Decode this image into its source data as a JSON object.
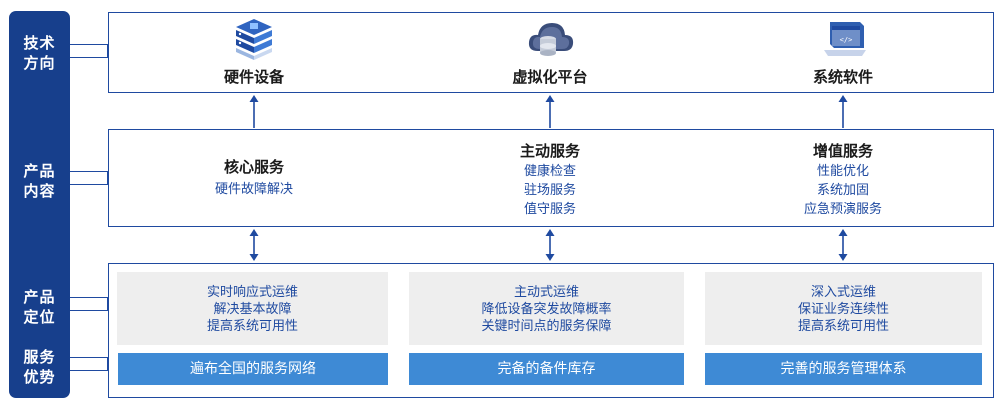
{
  "sidebar": {
    "tech_direction": [
      "技术",
      "方向"
    ],
    "product_content": [
      "产品",
      "内容"
    ],
    "product_position": [
      "产品",
      "定位"
    ],
    "service_advantage": [
      "服务",
      "优势"
    ]
  },
  "tech": [
    {
      "title": "硬件设备",
      "icon": "server-rack-icon"
    },
    {
      "title": "虚拟化平台",
      "icon": "cloud-database-icon"
    },
    {
      "title": "系统软件",
      "icon": "code-window-icon"
    }
  ],
  "content": [
    {
      "title": "核心服务",
      "items": [
        "硬件故障解决"
      ]
    },
    {
      "title": "主动服务",
      "items": [
        "健康检查",
        "驻场服务",
        "值守服务"
      ]
    },
    {
      "title": "增值服务",
      "items": [
        "性能优化",
        "系统加固",
        "应急预演服务"
      ]
    }
  ],
  "positioning": [
    {
      "lines": [
        "实时响应式运维",
        "解决基本故障",
        "提高系统可用性"
      ]
    },
    {
      "lines": [
        "主动式运维",
        "降低设备突发故障概率",
        "关键时间点的服务保障"
      ]
    },
    {
      "lines": [
        "深入式运维",
        "保证业务连续性",
        "提高系统可用性"
      ]
    }
  ],
  "advantages": [
    "遍布全国的服务网络",
    "完备的备件库存",
    "完善的服务管理体系"
  ],
  "colors": {
    "sidebar": "#173f8c",
    "border": "#1f4aa0",
    "accent": "#3e8ad5",
    "panel": "#eeeeee"
  }
}
